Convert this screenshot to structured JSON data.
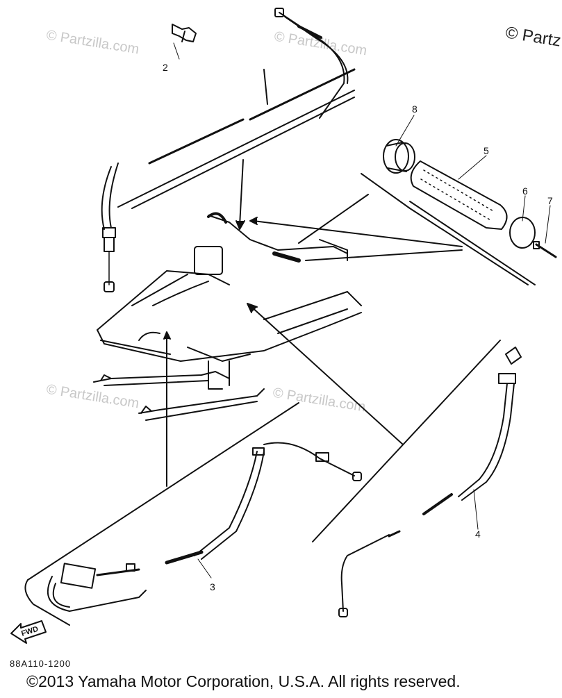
{
  "watermark": "© Partzilla.com",
  "corner_watermark": "© Partz",
  "drawing_code": "88A110-1200",
  "copyright": "©2013  Yamaha Motor Corporation, U.S.A. All rights reserved.",
  "fwd_label": "FWD",
  "callouts": [
    "2",
    "8",
    "5",
    "6",
    "7",
    "3",
    "4"
  ]
}
